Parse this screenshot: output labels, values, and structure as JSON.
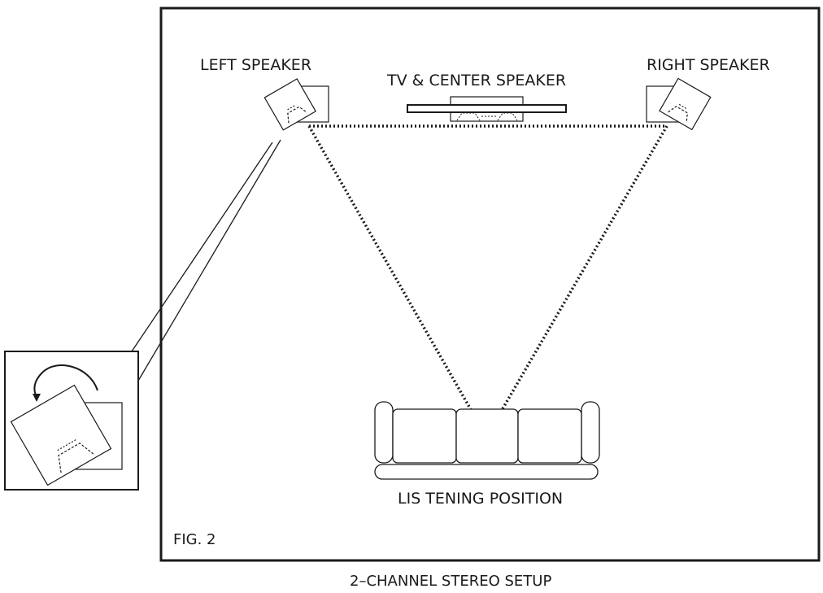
{
  "labels": {
    "left_speaker": "LEFT SPEAKER",
    "tv_center": "TV & CENTER SPEAKER",
    "right_speaker": "RIGHT SPEAKER",
    "listening_position": "LIS TENING POSITION",
    "figure": "FIG. 2",
    "caption": "2–CHANNEL STEREO SETUP"
  },
  "colors": {
    "ink": "#1a1a1a",
    "background": "#ffffff"
  }
}
